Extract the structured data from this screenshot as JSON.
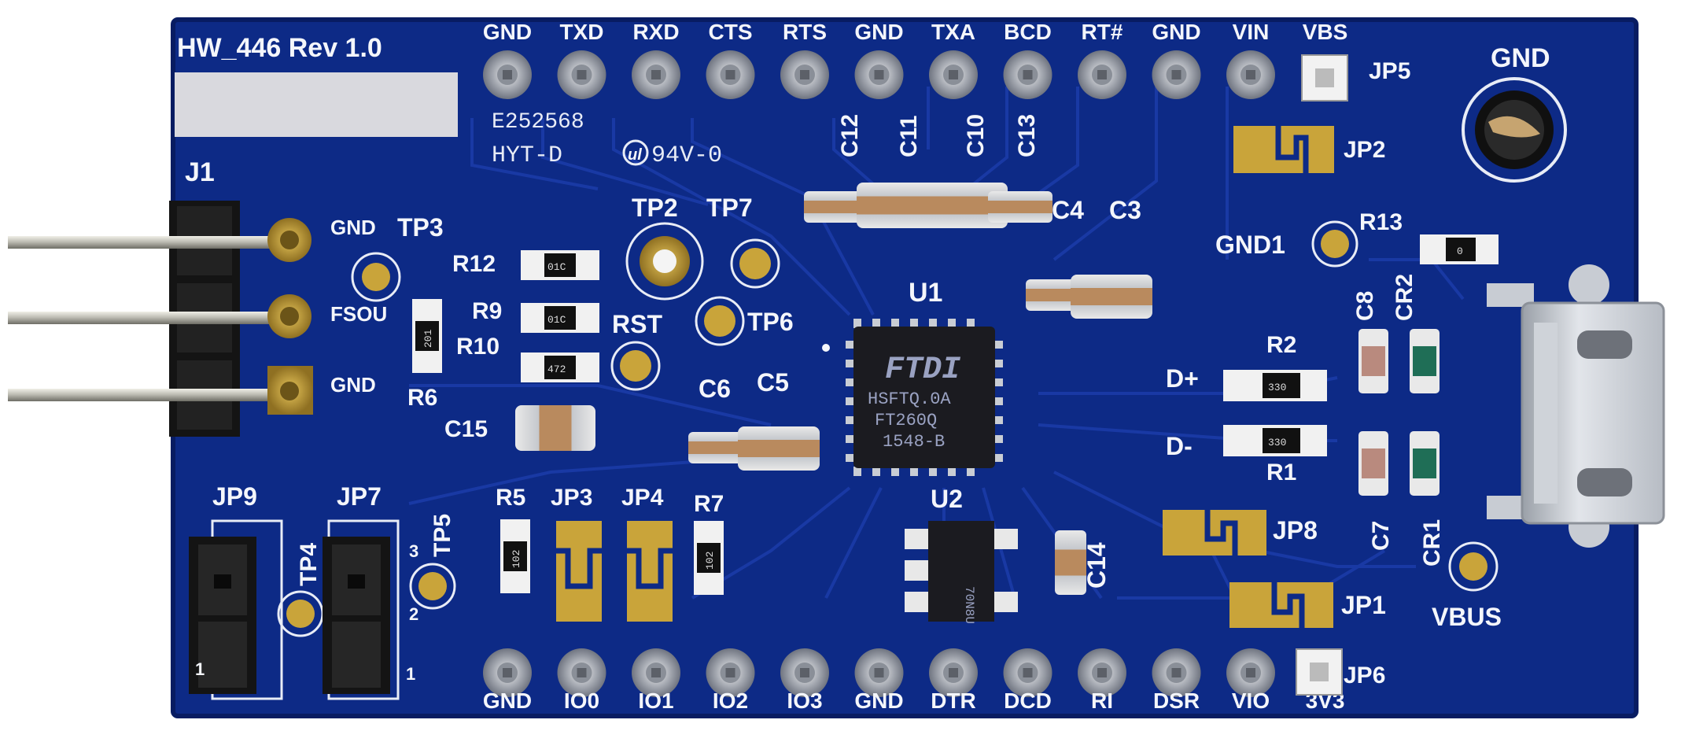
{
  "board": {
    "title": "HW_446 Rev 1.0",
    "marking_line1": "E252568",
    "marking_line2_left": "HYT-D",
    "marking_line2_right": "94V-0",
    "colors": {
      "pcb": "#0d2a86",
      "pcb_dark": "#081c62",
      "trace": "#1a3aa0",
      "silk": "#f4f6fb",
      "gold": "#c9a43a",
      "gold_dark": "#8f7022",
      "chip": "#1b1b20",
      "background": "#ffffff"
    }
  },
  "connectors": {
    "top_pins": [
      "GND",
      "TXD",
      "RXD",
      "CTS",
      "RTS",
      "GND",
      "TXA",
      "BCD",
      "RT#",
      "GND",
      "VIN",
      "VBS"
    ],
    "bottom_pins": [
      "GND",
      "IO0",
      "IO1",
      "IO2",
      "IO3",
      "GND",
      "DTR",
      "DCD",
      "RI",
      "DSR",
      "VIO",
      "3V3"
    ],
    "j1": {
      "label": "J1",
      "pins": [
        "GND",
        "FSOU",
        "GND"
      ]
    },
    "gnd_post": "GND",
    "vbus": "VBUS"
  },
  "jumpers": [
    "JP5",
    "JP2",
    "JP8",
    "JP1",
    "JP6",
    "JP9",
    "JP7",
    "JP3",
    "JP4"
  ],
  "test_points": [
    "TP3",
    "TP2",
    "TP7",
    "TP6",
    "RST",
    "GND1",
    "TP4",
    "TP5"
  ],
  "chips": {
    "u1": {
      "ref": "U1",
      "logo": "FTDI",
      "lines": [
        "HSFTQ.0A",
        "FT260Q",
        "1548-B"
      ]
    },
    "u2": {
      "ref": "U2",
      "marking": "70N8U"
    }
  },
  "components": {
    "capacitors": [
      "C12",
      "C11",
      "C10",
      "C13",
      "C4",
      "C3",
      "C6",
      "C5",
      "C15",
      "C14",
      "C8",
      "C7"
    ],
    "resistors": [
      "R12",
      "R9",
      "R10",
      "R6",
      "R5",
      "R7",
      "R13",
      "R2",
      "R1"
    ],
    "diodes": [
      "CR2",
      "CR1"
    ],
    "usb_labels": [
      "D+",
      "D-"
    ]
  },
  "resistor_markings": {
    "r12": "01C",
    "r9": "01C",
    "r10": "472",
    "r6": "201",
    "r5": "102",
    "r7": "102",
    "r13": "0",
    "r2": "330",
    "r1": "330"
  },
  "header_pin_numbers": {
    "jp9": [
      "3",
      "2",
      "1"
    ],
    "jp7": [
      "1"
    ]
  }
}
